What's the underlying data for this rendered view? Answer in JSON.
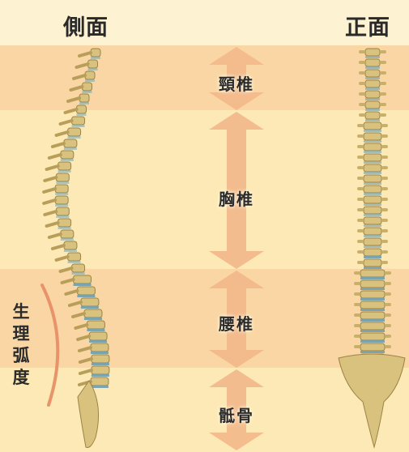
{
  "titles": {
    "side_view": "側面",
    "front_view": "正面"
  },
  "regions": [
    {
      "key": "cervical",
      "label": "頸椎",
      "color": "#f9d6a3"
    },
    {
      "key": "thoracic",
      "label": "胸椎",
      "color": "#fde9b5"
    },
    {
      "key": "lumbar",
      "label": "腰椎",
      "color": "#f9d6a3"
    },
    {
      "key": "sacrum",
      "label": "骶骨",
      "color": "#fde9b5"
    }
  ],
  "curvature_label": [
    "生",
    "理",
    "弧",
    "度"
  ],
  "colors": {
    "header_bg": "#fdf3d2",
    "arrow": "#f3b88a",
    "curve_line": "#e8936a",
    "bone": "#d9c27e",
    "disc": "#6e9fb0"
  }
}
